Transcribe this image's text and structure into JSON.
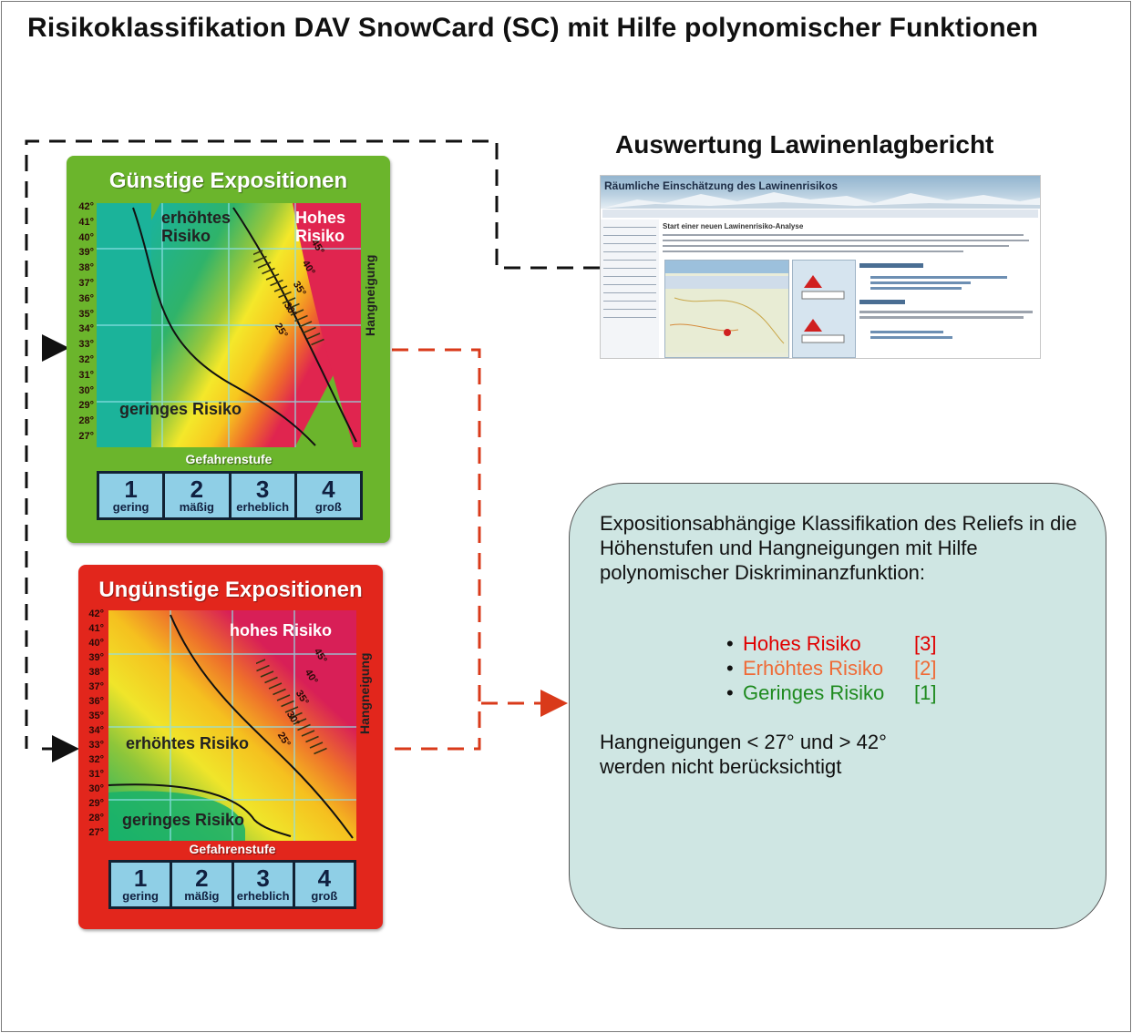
{
  "title": "Risikoklassifikation DAV SnowCard (SC) mit Hilfe polynomischer Funktionen",
  "cards": {
    "favorable": {
      "title": "Günstige Expositionen",
      "zone_high": [
        "Hohes",
        "Risiko"
      ],
      "zone_elevated": [
        "erhöhtes",
        "Risiko"
      ],
      "zone_low": "geringes Risiko"
    },
    "unfavorable": {
      "title": "Ungünstige Expositionen",
      "zone_high": "hohes Risiko",
      "zone_elevated": "erhöhtes Risiko",
      "zone_low": "geringes Risiko"
    },
    "slope_axis_label": "Hangneigung",
    "hazard_axis_label": "Gefahrenstufe",
    "slope_degrees": [
      "42°",
      "41°",
      "40°",
      "39°",
      "38°",
      "37°",
      "36°",
      "35°",
      "34°",
      "33°",
      "32°",
      "31°",
      "30°",
      "29°",
      "28°",
      "27°"
    ],
    "slope_ticks": [
      "25°",
      "30°",
      "35°",
      "40°",
      "45°"
    ],
    "hazard_levels": [
      {
        "num": "1",
        "label": "gering"
      },
      {
        "num": "2",
        "label": "mäßig"
      },
      {
        "num": "3",
        "label": "erheblich"
      },
      {
        "num": "4",
        "label": "groß"
      }
    ]
  },
  "report": {
    "heading": "Auswertung Lawinenlagbericht",
    "banner": "Räumliche Einschätzung des Lawinenrisikos",
    "page_heading": "Start einer neuen Lawinenrisiko-Analyse"
  },
  "info": {
    "text": "Expositionsabhängige Klassifikation des Reliefs in die Höhenstufen und Hangneigungen mit Hilfe polynomischer Diskriminanzfunktion:",
    "classes": [
      {
        "name": "Hohes Risiko",
        "code": "[3]",
        "color": "#e00000"
      },
      {
        "name": "Erhöhtes Risiko",
        "code": "[2]",
        "color": "#ef6a36"
      },
      {
        "name": "Geringes Risiko",
        "code": "[1]",
        "color": "#1e8a1e"
      }
    ],
    "note_line1": "Hangneigungen < 27° und > 42°",
    "note_line2": "werden nicht berücksichtigt"
  },
  "colors": {
    "card_green": "#6bb52c",
    "card_red": "#e2261c",
    "connector_black": "#111111",
    "connector_red": "#d93a1a",
    "info_fill": "#cfe6e3"
  }
}
